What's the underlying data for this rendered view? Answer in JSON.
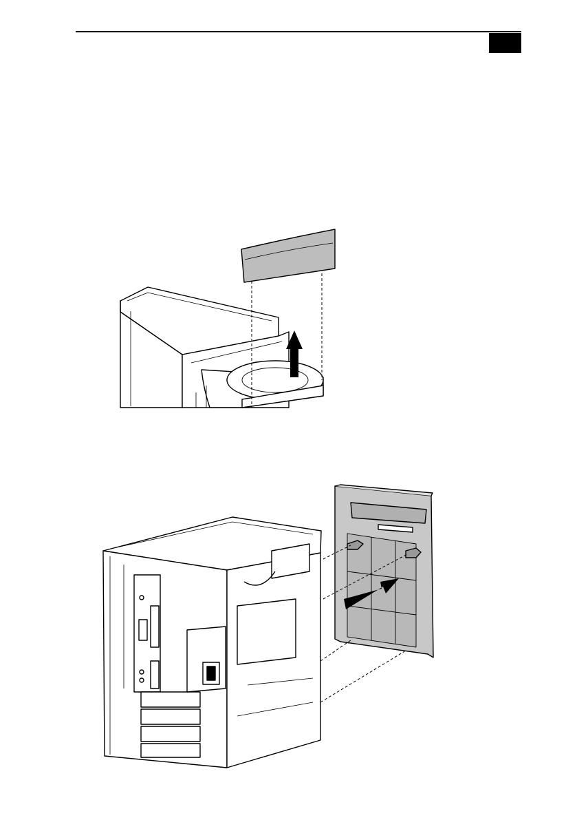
{
  "page": {
    "header": {
      "rule_color": "#000000",
      "page_tab_color": "#000000",
      "page_tab_text": ""
    },
    "figures": [
      {
        "icon": "bezel-removal-illustration",
        "arrow": "up"
      },
      {
        "icon": "front-panel-attachment-illustration",
        "arrow": "diagonal-up-right"
      }
    ]
  }
}
